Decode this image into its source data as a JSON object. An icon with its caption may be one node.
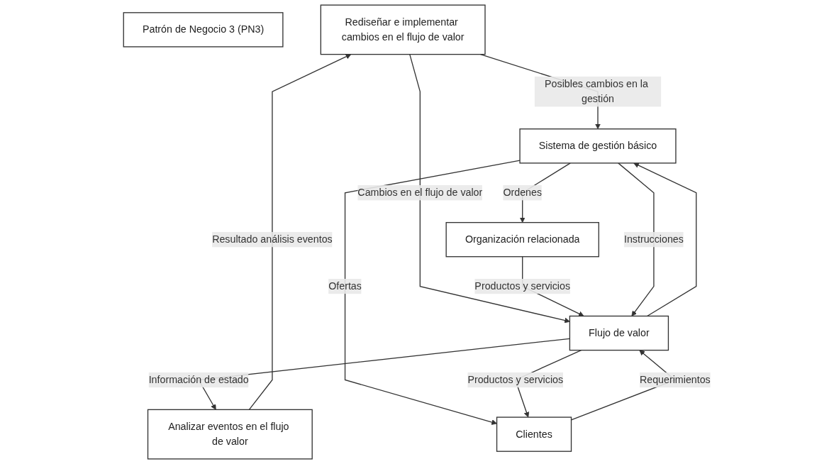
{
  "diagram": {
    "nodes": [
      {
        "text": [
          "Patrón de Negocio 3 (PN3)"
        ]
      },
      {
        "text": [
          "Rediseñar e implementar cambios en el flujo de valor"
        ]
      },
      {
        "text": [
          "Analizar eventos en el flujo de valor"
        ]
      },
      {
        "text": [
          "Organización relacionada"
        ]
      },
      {
        "text": [
          "Sistema de gestión básico"
        ]
      },
      {
        "text": [
          "Flujo de valor"
        ]
      },
      {
        "text": [
          "Clientes"
        ]
      }
    ],
    "edges": [
      {
        "from": 2,
        "to": 1,
        "arrow": "to",
        "label": "Resultado análisis eventos"
      },
      {
        "from": 1,
        "to": 4,
        "arrow": "to",
        "label": "Posibles cambios en la gestión"
      },
      {
        "from": 1,
        "to": 5,
        "arrow": "to",
        "label": "Cambios en el flujo de valor"
      },
      {
        "from": 4,
        "to": 3,
        "arrow": "to",
        "label": "Ordenes"
      },
      {
        "from": 4,
        "to": 6,
        "arrow": "to",
        "label": "Ofertas"
      },
      {
        "from": 3,
        "to": 5,
        "arrow": "to",
        "label": "Productos y servicios"
      },
      {
        "from": 4,
        "to": 5,
        "arrow": "to",
        "label": "Instrucciones"
      },
      {
        "from": 5,
        "to": 2,
        "arrow": "to",
        "label": "Información de estado"
      },
      {
        "from": 5,
        "to": 4,
        "arrow": "to"
      },
      {
        "from": 5,
        "to": 6,
        "arrow": "to",
        "label": "Productos y servicios"
      },
      {
        "from": 6,
        "to": 5,
        "arrow": "to",
        "label": "Requerimientos"
      }
    ]
  }
}
